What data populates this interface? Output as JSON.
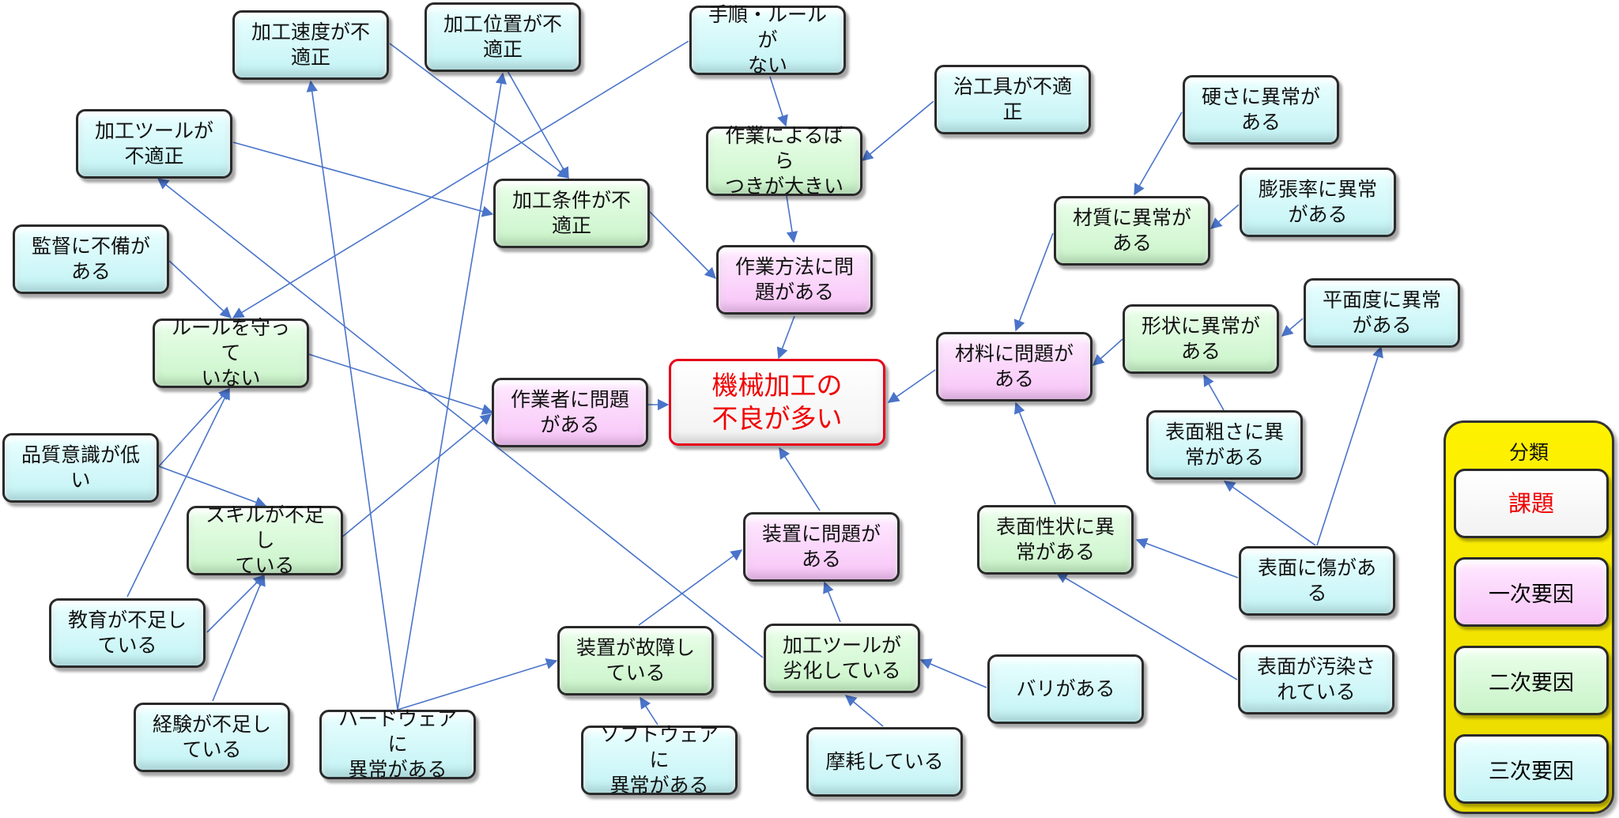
{
  "nodes": {
    "main": "機械加工の\n不良が多い",
    "worker": "作業者に問題\nがある",
    "method": "作業方法に問\n題がある",
    "material": "材料に問題が\nある",
    "equipment": "装置に問題が\nある",
    "rules_not_followed": "ルールを守って\nいない",
    "skill_lacking": "スキルが不足し\nている",
    "machining_conditions": "加工条件が不\n適正",
    "work_variation": "作業によるばら\nつきが大きい",
    "material_quality": "材質に異常が\nある",
    "shape_abnormal": "形状に異常が\nある",
    "surface_property": "表面性状に異\n常がある",
    "device_failure": "装置が故障し\nている",
    "tool_worn": "加工ツールが\n劣化している",
    "speed_improper": "加工速度が不\n適正",
    "position_improper": "加工位置が不\n適正",
    "no_procedure": "手順・ルールが\nない",
    "tool_improper": "加工ツールが\n不適正",
    "supervision": "監督に不備が\nある",
    "quality_awareness": "品質意識が低\nい",
    "education": "教育が不足し\nている",
    "experience": "経験が不足し\nている",
    "hardware": "ハードウェアに\n異常がある",
    "software": "ソフトウェアに\n異常がある",
    "worn": "摩耗している",
    "burr": "バリがある",
    "jig_improper": "治工具が不適\n正",
    "hardness": "硬さに異常が\nある",
    "expansion": "膨張率に異常\nがある",
    "flatness": "平面度に異常\nがある",
    "roughness": "表面粗さに異\n常がある",
    "scratch": "表面に傷があ\nる",
    "contamination": "表面が汚染さ\nれている"
  },
  "legend": {
    "title": "分類",
    "problem": "課題",
    "primary": "一次要因",
    "secondary": "二次要因",
    "tertiary": "三次要因"
  },
  "colors": {
    "problem_text": "#f00000",
    "primary_fill": "#f9cdf9",
    "secondary_fill": "#d2f5d2",
    "tertiary_fill": "#ccf5f7",
    "legend_fill": "#fff200",
    "arrow": "#4a74c9"
  }
}
